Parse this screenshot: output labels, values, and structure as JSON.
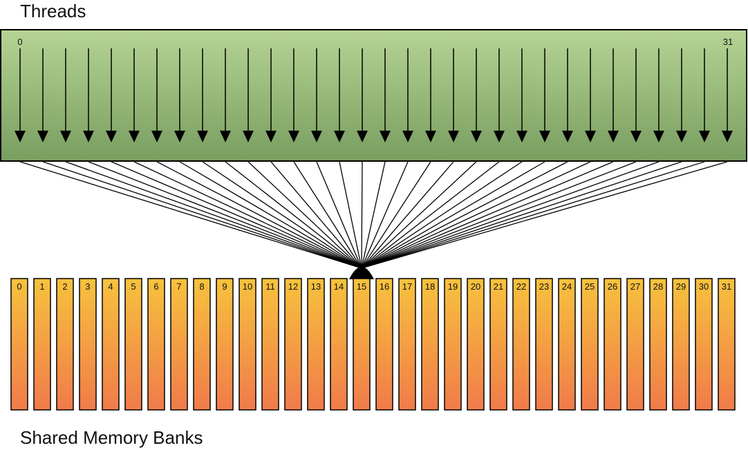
{
  "title": "Threads",
  "footer": "Shared Memory Banks",
  "threads": {
    "count": 32,
    "first_label": "0",
    "last_label": "31",
    "target_bank": 15
  },
  "banks": {
    "labels": [
      "0",
      "1",
      "2",
      "3",
      "4",
      "5",
      "6",
      "7",
      "8",
      "9",
      "10",
      "11",
      "12",
      "13",
      "14",
      "15",
      "16",
      "17",
      "18",
      "19",
      "20",
      "21",
      "22",
      "23",
      "24",
      "25",
      "26",
      "27",
      "28",
      "29",
      "30",
      "31"
    ]
  },
  "colors": {
    "thread_box_top": "#b5d495",
    "thread_box_bottom": "#789e5f",
    "bank_top": "#f7c23d",
    "bank_bottom": "#f07b4a",
    "stroke": "#000000"
  }
}
